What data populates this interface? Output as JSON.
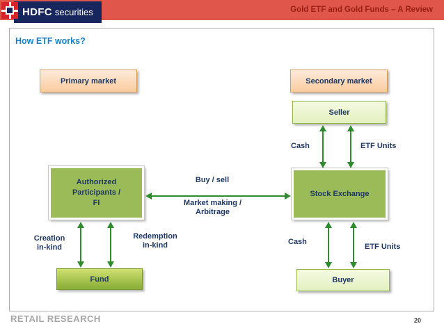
{
  "header": {
    "bar_title": "Gold ETF and Gold Funds – A Review",
    "logo_text_bold": "HDFC",
    "logo_text_regular": "securities"
  },
  "slide": {
    "heading": "How ETF works?",
    "boxes": {
      "primary_market": "Primary market",
      "secondary_market": "Secondary market",
      "seller": "Seller",
      "authorized_participants_line1": "Authorized",
      "authorized_participants_line2": "Participants /",
      "authorized_participants_line3": "FI",
      "stock_exchange": "Stock Exchange",
      "fund": "Fund",
      "buyer": "Buyer"
    },
    "labels": {
      "cash_seller": "Cash",
      "etf_units_seller": "ETF Units",
      "buy_sell": "Buy / sell",
      "market_making_line1": "Market making /",
      "market_making_line2": "Arbitrage",
      "creation_line1": "Creation",
      "creation_line2": "in-kind",
      "redemption_line1": "Redemption",
      "redemption_line2": "in-kind",
      "cash_buyer": "Cash",
      "etf_units_buyer": "ETF Units"
    }
  },
  "footer": {
    "label": "RETAIL RESEARCH",
    "page_number": "20"
  },
  "colors": {
    "header_bar": "#E0564B",
    "header_title_text": "#9A1F15",
    "logo_navy": "#17265C",
    "logo_red": "#D8232A",
    "heading_blue": "#1B7FC4",
    "box_text_navy": "#1F3864",
    "peach_box_border": "#D89C5E",
    "light_green_fill": "#E3F0BF",
    "mid_green_fill": "#9BBB59",
    "fund_green_fill": "#8EB13B",
    "arrow_green": "#2E8B2E",
    "footer_gray": "#A6A6A6"
  }
}
